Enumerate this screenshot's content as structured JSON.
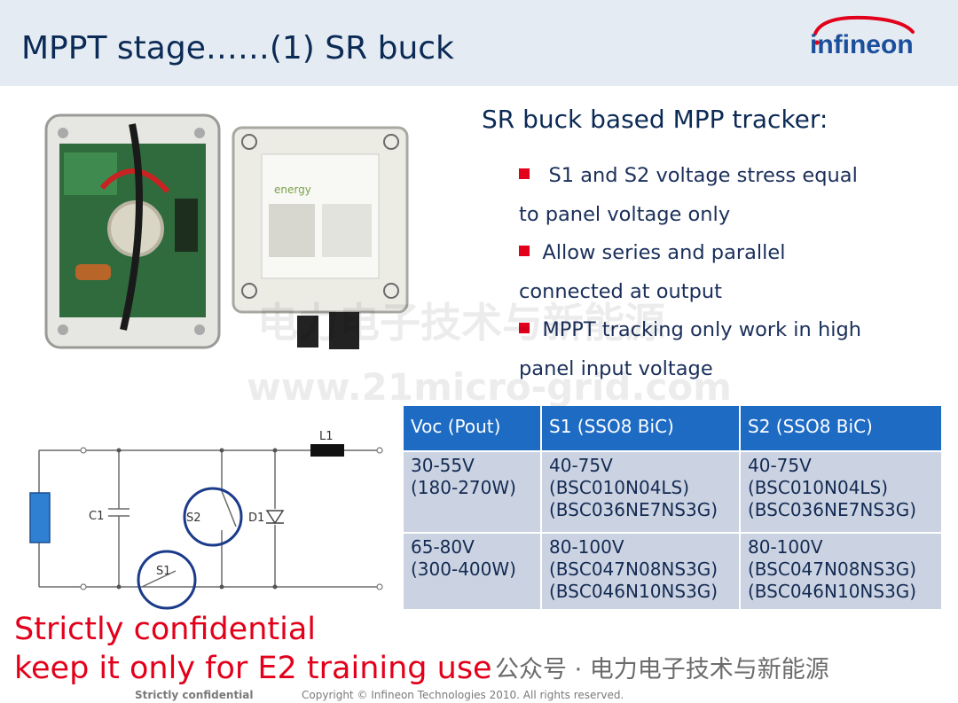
{
  "header": {
    "title": "MPPT stage……(1) SR buck",
    "logo_text": "infineon"
  },
  "content": {
    "heading": "SR buck based MPP tracker:",
    "bullets": [
      {
        "line1": "S1 and S2 voltage stress equal",
        "line2": "to panel voltage only"
      },
      {
        "line1": "Allow series and parallel",
        "line2": "connected at output"
      },
      {
        "line1": "MPPT tracking only work in high",
        "line2": "panel input voltage"
      }
    ]
  },
  "photo": {
    "label": "energy"
  },
  "circuit": {
    "labels": {
      "l1": "L1",
      "c1": "C1",
      "s2": "S2",
      "d1": "D1",
      "s1": "S1"
    }
  },
  "table": {
    "headers": [
      "Voc (Pout)",
      "S1 (SSO8 BiC)",
      "S2 (SSO8 BiC)"
    ],
    "rows": [
      [
        [
          "30-55V",
          "(180-270W)"
        ],
        [
          "40-75V",
          "(BSC010N04LS)",
          "(BSC036NE7NS3G)"
        ],
        [
          "40-75V",
          "(BSC010N04LS)",
          "(BSC036NE7NS3G)"
        ]
      ],
      [
        [
          "65-80V",
          "(300-400W)"
        ],
        [
          "80-100V",
          "(BSC047N08NS3G)",
          "(BSC046N10NS3G)"
        ],
        [
          "80-100V",
          "(BSC047N08NS3G)",
          "(BSC046N10NS3G)"
        ]
      ]
    ]
  },
  "confidential": {
    "line1": "Strictly confidential",
    "line2": "keep it only for E2 training use"
  },
  "watermark": {
    "text1": "电力电子技术与新能源",
    "text2": "www.21micro-grid.com",
    "wechat": "公众号 · 电力电子技术与新能源"
  },
  "footer": {
    "left": "Strictly confidential",
    "copyright": "Copyright © Infineon Technologies 2010. All rights reserved."
  },
  "colors": {
    "header_bg": "#e4ebf2",
    "title": "#0b2a55",
    "accent_red": "#e2001a",
    "table_header": "#1e6bc4",
    "table_cell": "#cbd3e2"
  }
}
